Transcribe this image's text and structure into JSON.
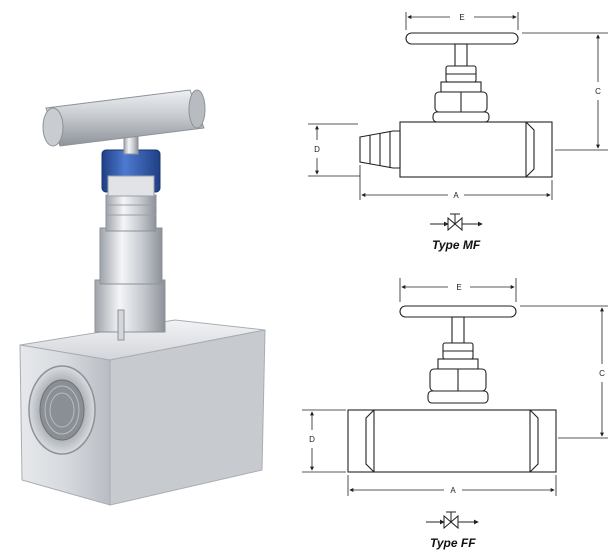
{
  "photo": {
    "icon": "needle-valve-photo"
  },
  "type_mf": {
    "caption": "Type MF",
    "dims": {
      "a": "A",
      "c": "C",
      "d": "D",
      "e": "E"
    },
    "symbol": "needle-valve-symbol-icon"
  },
  "type_ff": {
    "caption": "Type FF",
    "dims": {
      "a": "A",
      "c": "C",
      "d": "D",
      "e": "E"
    },
    "symbol": "needle-valve-symbol-icon"
  },
  "colors": {
    "steel": "#c9ccd1",
    "cap_blue": "#3a64b4",
    "line": "#222222"
  }
}
